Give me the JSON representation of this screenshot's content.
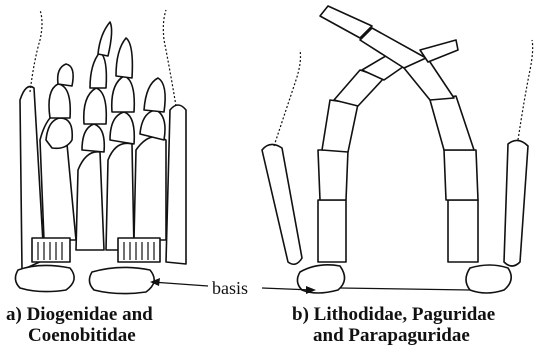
{
  "labels": {
    "basis": "basis",
    "caption_a_line1": "a)  Diogenidae and",
    "caption_a_line2": "Coenobitidae",
    "caption_b_line1": "b)  Lithodidae, Paguridae",
    "caption_b_line2": "and Parapaguridae"
  },
  "colors": {
    "ink": "#111111",
    "background": "#ffffff"
  }
}
